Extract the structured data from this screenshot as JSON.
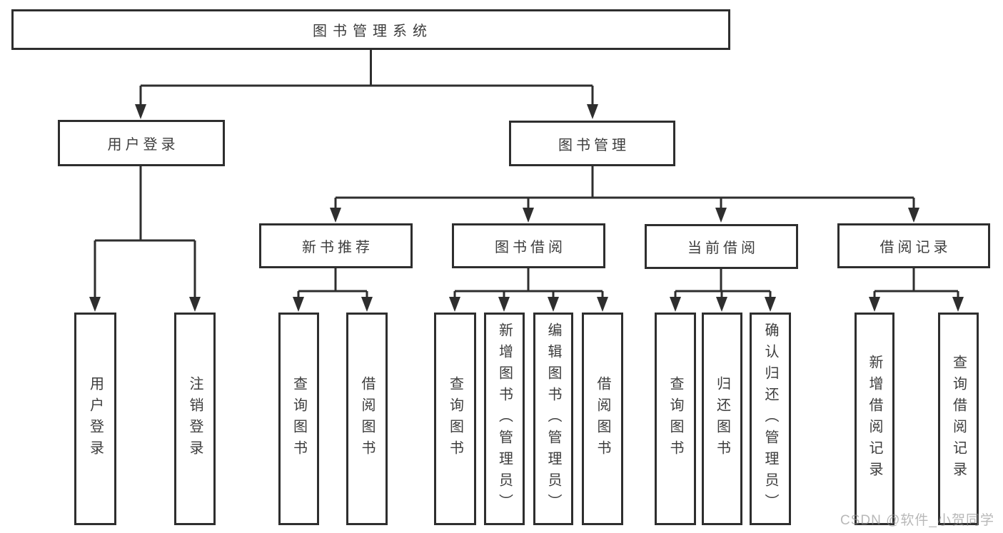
{
  "nodes": {
    "root": "图书管理系统",
    "user_login": "用户登录",
    "book_management": "图书管理",
    "new_book_recommend": "新书推荐",
    "book_borrowing": "图书借阅",
    "current_borrowing": "当前借阅",
    "borrowing_records": "借阅记录",
    "ul_user_login": "用户登录",
    "ul_logout": "注销登录",
    "nbr_query_book": "查询图书",
    "nbr_borrow_book": "借阅图书",
    "bb_query_book": "查询图书",
    "bb_add_book_admin": "新增图书（管理员）",
    "bb_edit_book_admin": "编辑图书（管理员）",
    "bb_borrow_book": "借阅图书",
    "cb_query_book": "查询图书",
    "cb_return_book": "归还图书",
    "cb_confirm_return_admin": "确认归还（管理员）",
    "br_add_record": "新增借阅记录",
    "br_query_record": "查询借阅记录"
  },
  "hierarchy": {
    "图书管理系统": [
      "用户登录",
      "图书管理"
    ],
    "用户登录": [
      "用户登录",
      "注销登录"
    ],
    "图书管理": [
      "新书推荐",
      "图书借阅",
      "当前借阅",
      "借阅记录"
    ],
    "新书推荐": [
      "查询图书",
      "借阅图书"
    ],
    "图书借阅": [
      "查询图书",
      "新增图书（管理员）",
      "编辑图书（管理员）",
      "借阅图书"
    ],
    "当前借阅": [
      "查询图书",
      "归还图书",
      "确认归还（管理员）"
    ],
    "借阅记录": [
      "新增借阅记录",
      "查询借阅记录"
    ]
  },
  "watermark": "CSDN @软件_小贺同学",
  "colors": {
    "line": "#2e2e2e",
    "text": "#3d3d3d",
    "box_background": "#ffffff",
    "watermark": "#8c8c8c"
  }
}
